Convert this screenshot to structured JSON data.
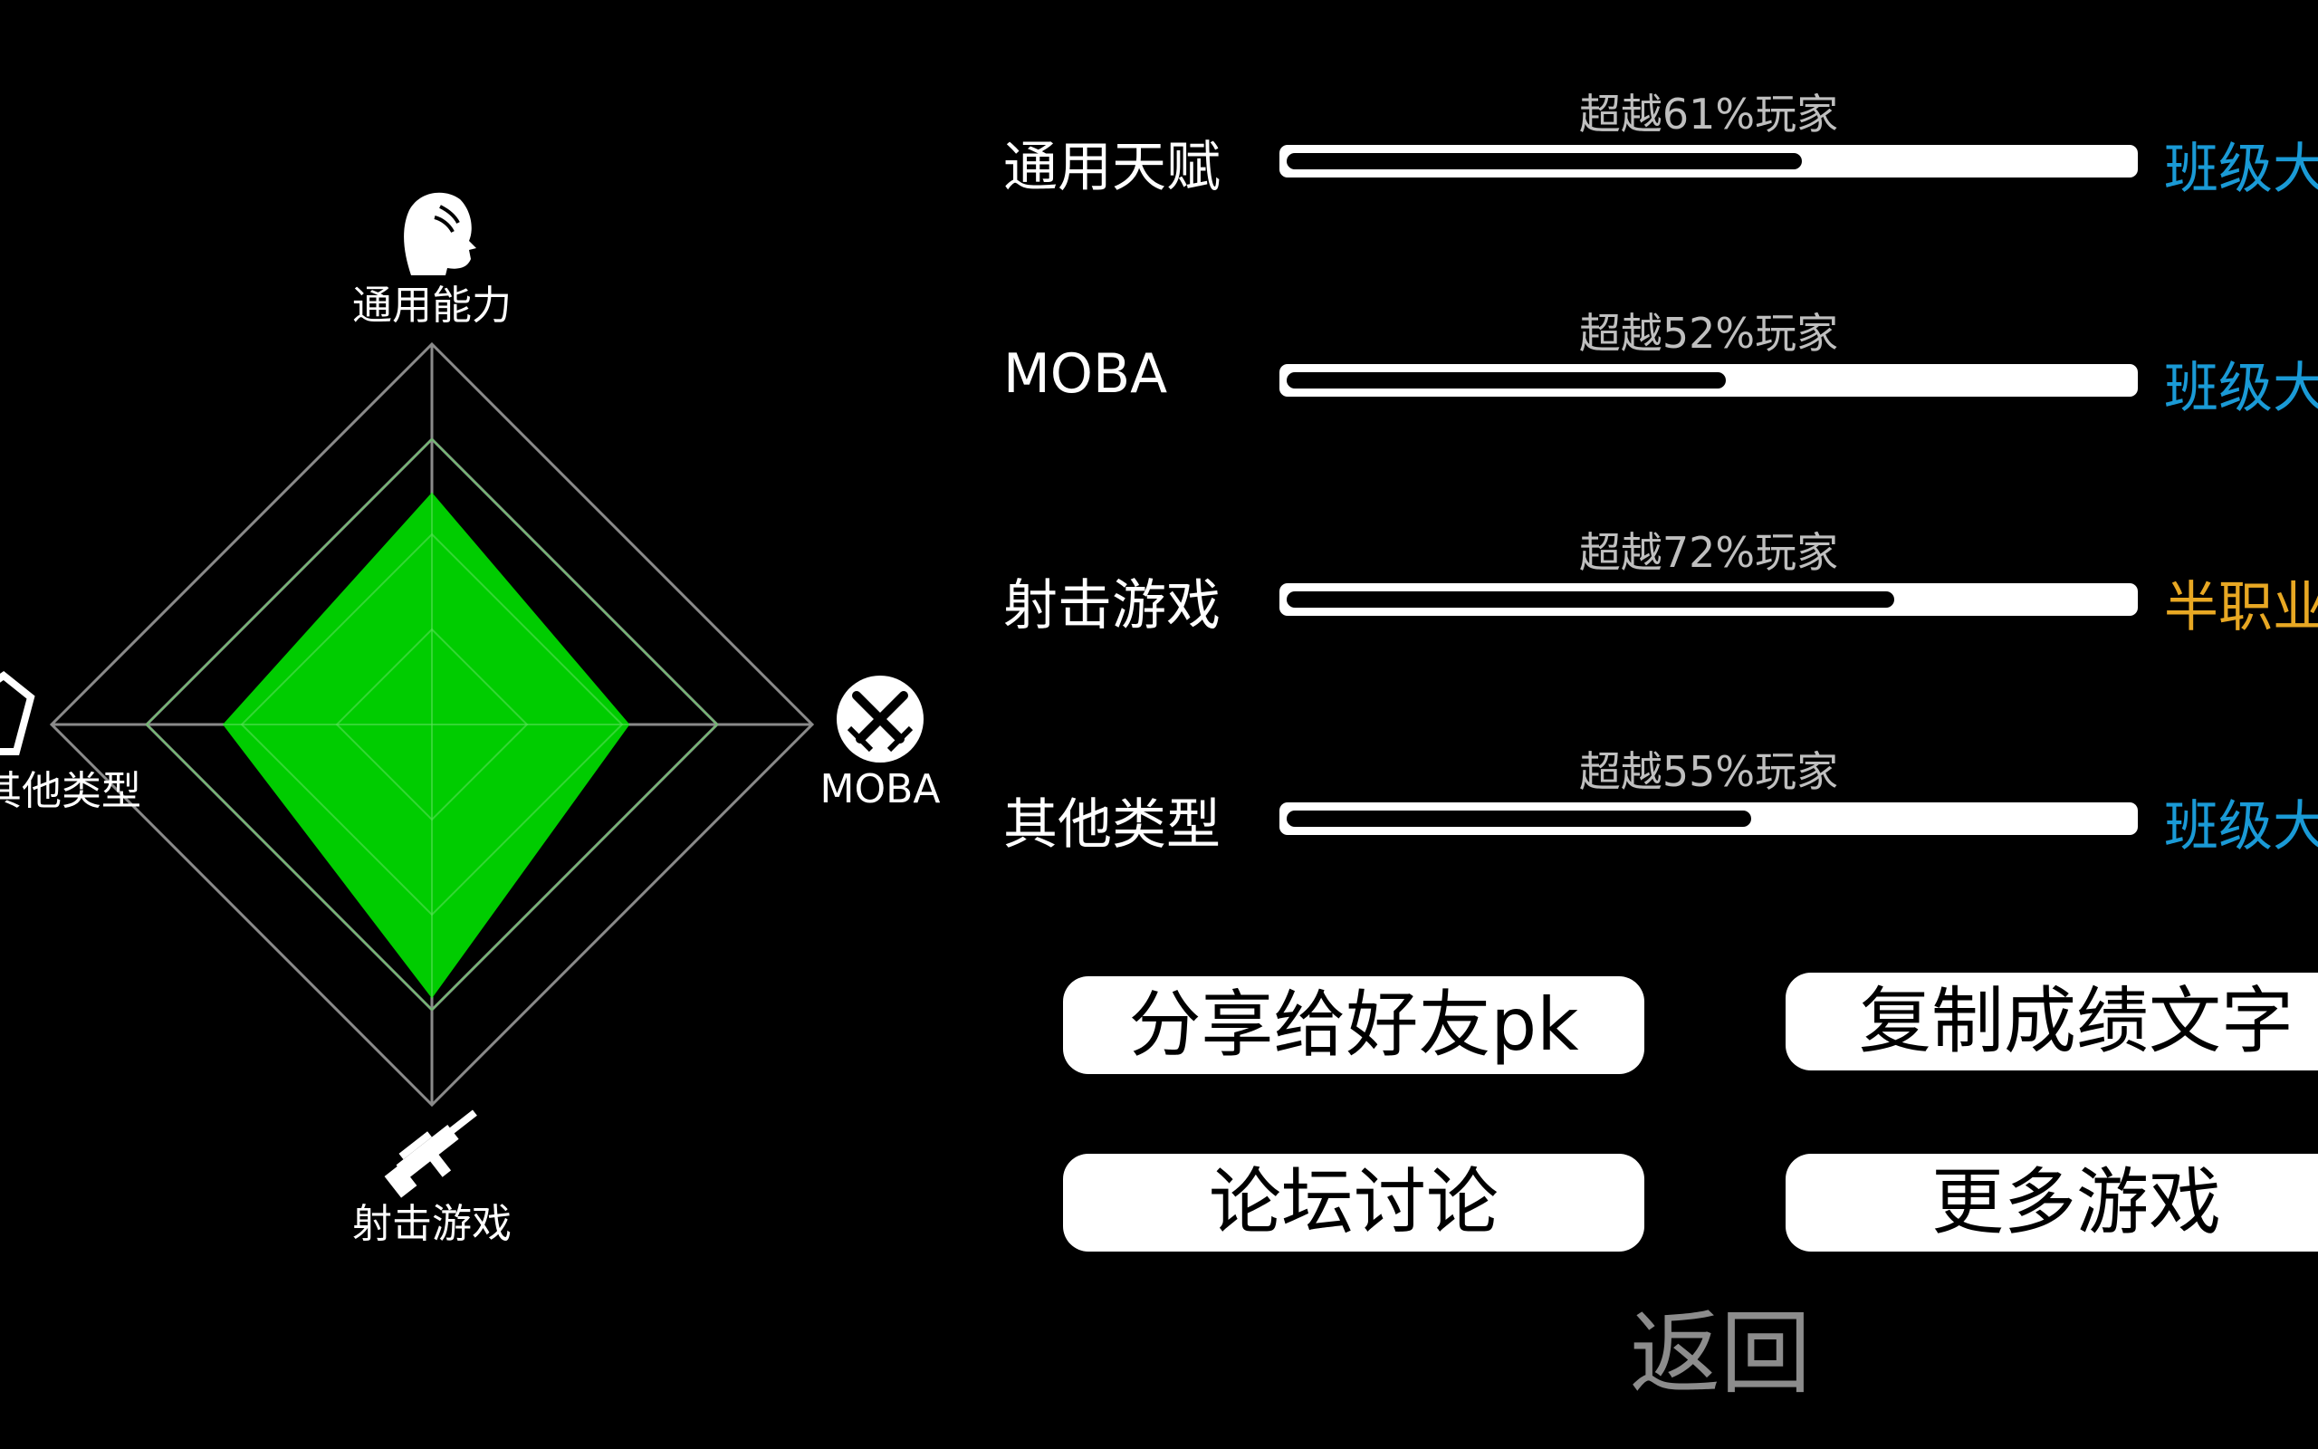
{
  "chart_data": {
    "type": "radar",
    "axes": [
      {
        "label": "通用能力",
        "icon": "head-icon"
      },
      {
        "label": "MOBA",
        "icon": "moba-crossed-swords-icon"
      },
      {
        "label": "射击游戏",
        "icon": "gun-icon"
      },
      {
        "label": "其他类型",
        "icon": "polygon-icon"
      }
    ],
    "values": [
      0.61,
      0.52,
      0.72,
      0.55
    ],
    "range": [
      0,
      1
    ],
    "grid_levels": 4,
    "fill_color": "#00cc00",
    "grid_color": "#8a8a8a"
  },
  "stats": [
    {
      "name": "通用天赋",
      "caption": "超越61%玩家",
      "percent": 61,
      "rank": "班级大",
      "rank_color": "#1a9ad6"
    },
    {
      "name": "MOBA",
      "caption": "超越52%玩家",
      "percent": 52,
      "rank": "班级大",
      "rank_color": "#1a9ad6"
    },
    {
      "name": "射击游戏",
      "caption": "超越72%玩家",
      "percent": 72,
      "rank": "半职业",
      "rank_color": "#e8a823"
    },
    {
      "name": "其他类型",
      "caption": "超越55%玩家",
      "percent": 55,
      "rank": "班级大",
      "rank_color": "#1a9ad6"
    }
  ],
  "buttons": {
    "share": "分享给好友pk",
    "copy": "复制成绩文字",
    "forum": "论坛讨论",
    "more": "更多游戏",
    "back": "返回"
  }
}
